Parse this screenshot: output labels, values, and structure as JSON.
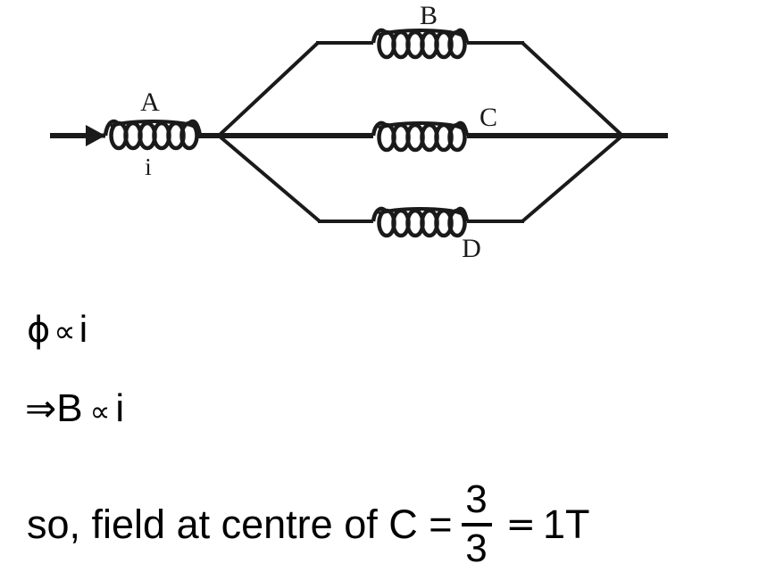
{
  "figure": {
    "name": "inductor-parallel-network",
    "current_arrow": "current-direction-arrow",
    "labels": {
      "coil_a": "A",
      "coil_b": "B",
      "coil_c": "C",
      "coil_d": "D",
      "current": "i"
    },
    "colors": {
      "wire": "#1a1a1a",
      "background": "#ffffff",
      "text": "#000000"
    },
    "coil_turns": 6,
    "branch_count": 3
  },
  "work": {
    "line1": {
      "phi": "ϕ",
      "proportional": "∝",
      "current": "i"
    },
    "line2": {
      "implies": "⇒",
      "field": "B",
      "proportional": "∝",
      "current": "i"
    },
    "line3": {
      "text": "so, field at centre of C =",
      "numerator": "3",
      "denominator": "3",
      "equals": "=",
      "result": "1T"
    }
  }
}
